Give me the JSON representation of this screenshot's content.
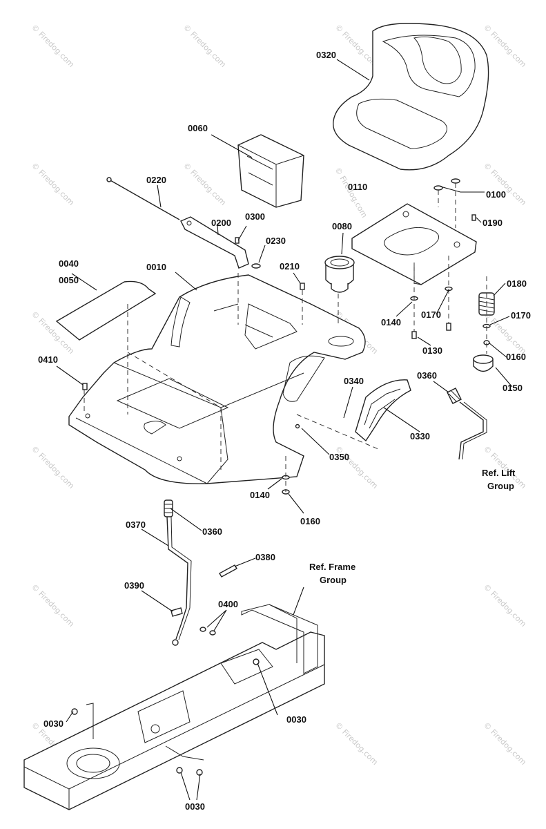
{
  "watermark": "© Firedog.com",
  "seat_watermark": "© Firedog.com",
  "references": {
    "lift_line1": "Ref. Lift",
    "lift_line2": "Group",
    "frame_line1": "Ref. Frame",
    "frame_line2": "Group"
  },
  "parts": [
    {
      "id": "p0320",
      "text": "0320"
    },
    {
      "id": "p0060",
      "text": "0060"
    },
    {
      "id": "p0220",
      "text": "0220"
    },
    {
      "id": "p0110",
      "text": "0110"
    },
    {
      "id": "p0100",
      "text": "0100"
    },
    {
      "id": "p0300",
      "text": "0300"
    },
    {
      "id": "p0200",
      "text": "0200"
    },
    {
      "id": "p0190",
      "text": "0190"
    },
    {
      "id": "p0080",
      "text": "0080"
    },
    {
      "id": "p0230",
      "text": "0230"
    },
    {
      "id": "p0040",
      "text": "0040"
    },
    {
      "id": "p0050",
      "text": "0050"
    },
    {
      "id": "p0010",
      "text": "0010"
    },
    {
      "id": "p0210",
      "text": "0210"
    },
    {
      "id": "p0180",
      "text": "0180"
    },
    {
      "id": "p0140a",
      "text": "0140"
    },
    {
      "id": "p0170a",
      "text": "0170"
    },
    {
      "id": "p0170b",
      "text": "0170"
    },
    {
      "id": "p0130",
      "text": "0130"
    },
    {
      "id": "p0160a",
      "text": "0160"
    },
    {
      "id": "p0410",
      "text": "0410"
    },
    {
      "id": "p0340",
      "text": "0340"
    },
    {
      "id": "p0360a",
      "text": "0360"
    },
    {
      "id": "p0150",
      "text": "0150"
    },
    {
      "id": "p0330",
      "text": "0330"
    },
    {
      "id": "p0350",
      "text": "0350"
    },
    {
      "id": "p0140b",
      "text": "0140"
    },
    {
      "id": "p0160b",
      "text": "0160"
    },
    {
      "id": "p0370",
      "text": "0370"
    },
    {
      "id": "p0360b",
      "text": "0360"
    },
    {
      "id": "p0380",
      "text": "0380"
    },
    {
      "id": "p0390",
      "text": "0390"
    },
    {
      "id": "p0400",
      "text": "0400"
    },
    {
      "id": "p0030a",
      "text": "0030"
    },
    {
      "id": "p0030b",
      "text": "0030"
    },
    {
      "id": "p0030c",
      "text": "0030"
    }
  ]
}
